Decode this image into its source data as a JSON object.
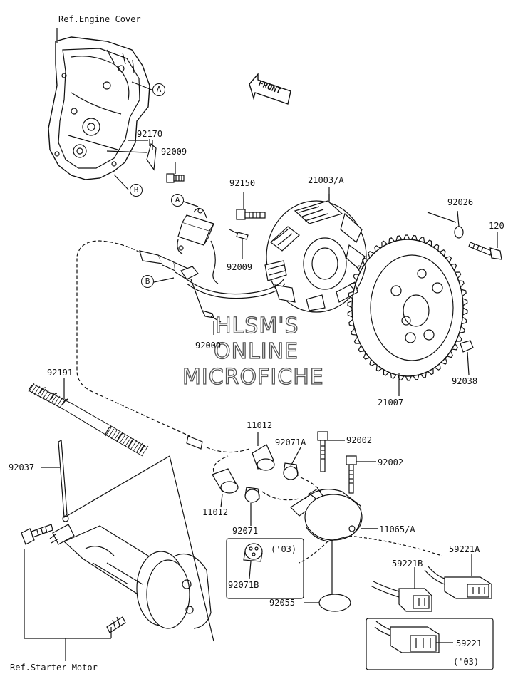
{
  "refs": {
    "engine_cover": "Ref.Engine Cover",
    "starter_motor": "Ref.Starter Motor"
  },
  "front_label": "FRONT",
  "callouts": {
    "a": "A",
    "b": "B"
  },
  "watermark": {
    "line1": "HLSM'S",
    "line2": "ONLINE",
    "line3": "MICROFICHE"
  },
  "parts": {
    "p92170": "92170",
    "p92009_top": "92009",
    "p92150": "92150",
    "p21003": "21003/A",
    "p92026": "92026",
    "p120": "120",
    "p92009_mid": "92009",
    "p92009_low": "92009",
    "p92038": "92038",
    "p21007": "21007",
    "p92191": "92191",
    "p11012_top": "11012",
    "p92071a": "92071A",
    "p92002_a": "92002",
    "p92002_b": "92002",
    "p92037": "92037",
    "p11012_low": "11012",
    "p92071": "92071",
    "p11065": "11065/A",
    "p59221a": "59221A",
    "p92071b": "92071B",
    "p59221b": "59221B",
    "p92055": "92055",
    "p59221": "59221"
  },
  "notes": {
    "year_92071b": "('03)",
    "year_59221": "('03)"
  }
}
